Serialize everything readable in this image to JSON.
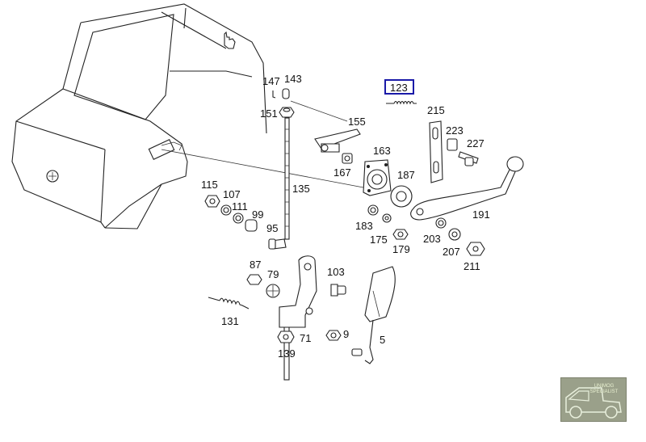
{
  "diagram": {
    "highlighted_part": "123",
    "highlight_color": "#1a1aa8",
    "labels": {
      "p147": "147",
      "p143": "143",
      "p151": "151",
      "p155": "155",
      "p123": "123",
      "p215": "215",
      "p223": "223",
      "p227": "227",
      "p163": "163",
      "p187": "187",
      "p167": "167",
      "p135": "135",
      "p115": "115",
      "p107": "107",
      "p111": "111",
      "p99": "99",
      "p95": "95",
      "p191": "191",
      "p183": "183",
      "p175": "175",
      "p179": "179",
      "p203": "203",
      "p207": "207",
      "p211": "211",
      "p87": "87",
      "p79": "79",
      "p103": "103",
      "p131": "131",
      "p71": "71",
      "p9": "9",
      "p139": "139",
      "p5": "5"
    }
  },
  "watermark": {
    "logo_text": "UNIMOG SPECIALIST",
    "icon": "truck-icon"
  },
  "cursor": {
    "icon": "hand-cursor-icon"
  }
}
